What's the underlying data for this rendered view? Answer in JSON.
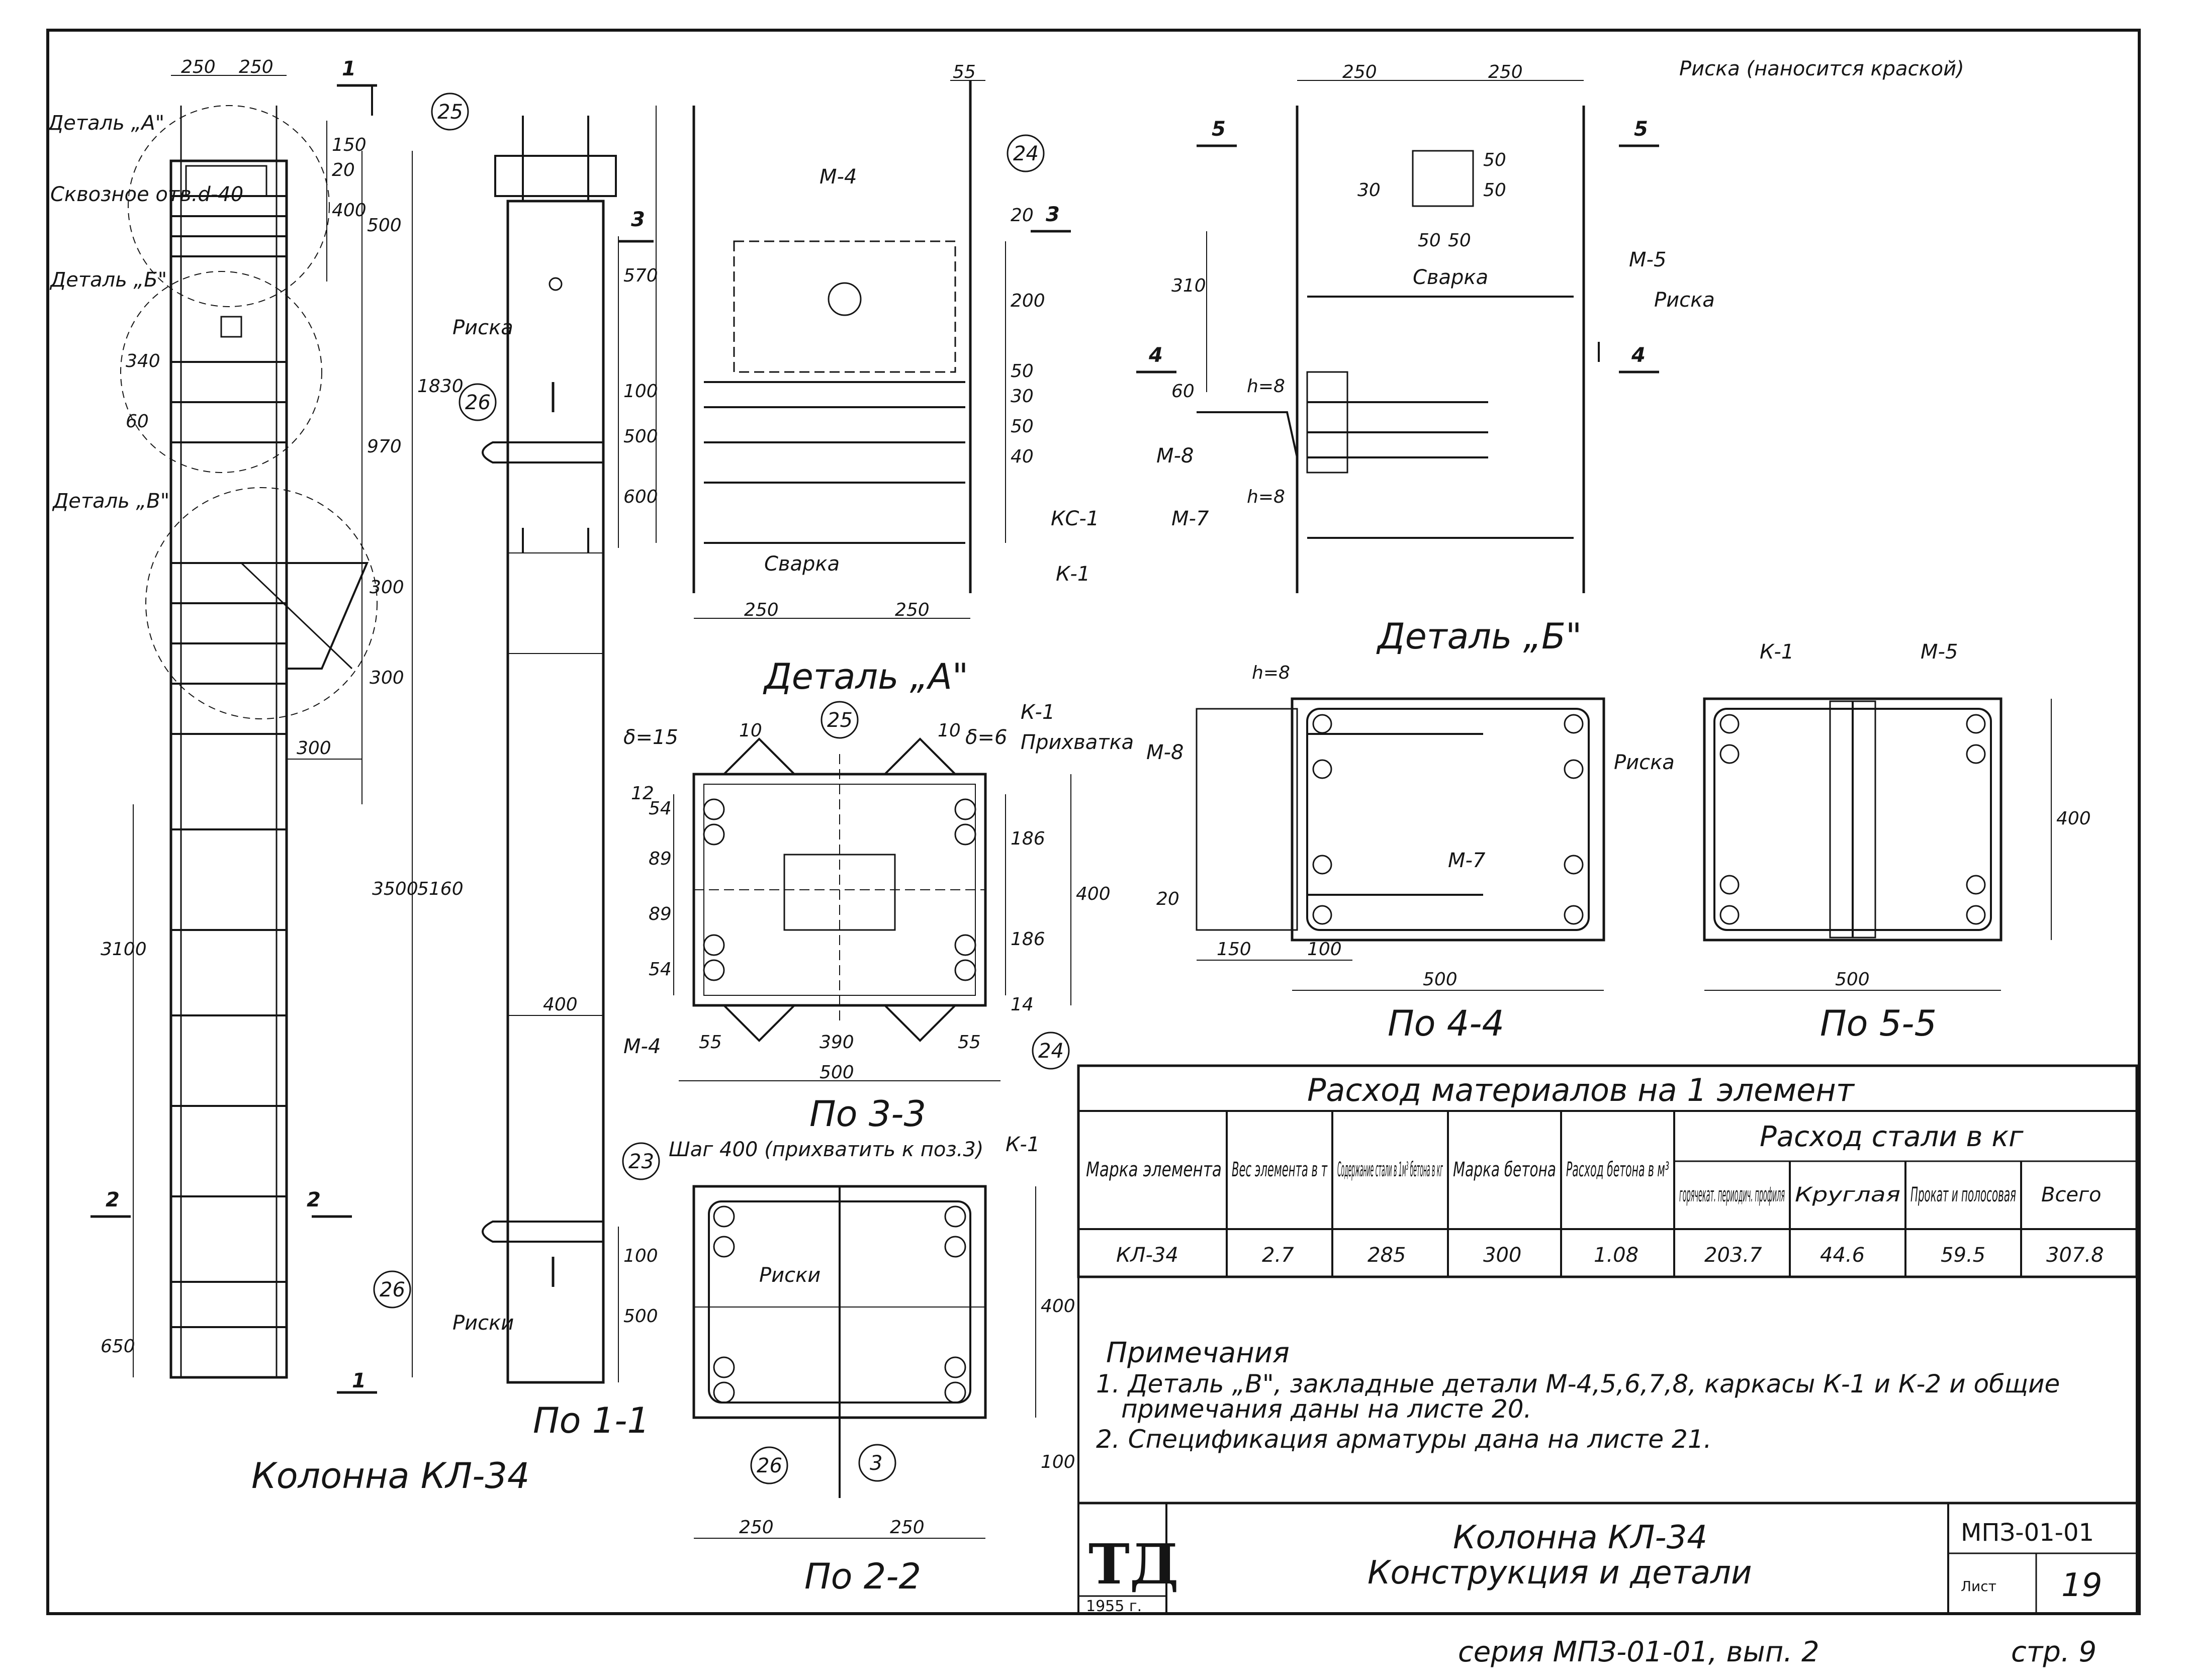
{
  "drawing": {
    "views": {
      "column": "Колонна КЛ-34",
      "section_1_1": "По 1-1",
      "detail_a": "Деталь „А\"",
      "detail_b": "Деталь „Б\"",
      "section_3_3": "По 3-3",
      "section_2_2": "По 2-2",
      "section_4_4": "По 4-4",
      "section_5_5": "По 5-5"
    },
    "callouts": {
      "detail_a": "Деталь „А\"",
      "detail_b": "Деталь „Б\"",
      "detail_v": "Деталь „В\"",
      "through_hole": "Сквозное отв.d-40",
      "riska": "Риска",
      "riski": "Риски",
      "riska_paint": "Риска (наносится краской)",
      "welding": "Сварка",
      "tack": "Прихватка",
      "step": "Шаг 400 (прихватить к поз.3)",
      "m4": "М-4",
      "m5": "М-5",
      "m7": "М-7",
      "m8": "М-8",
      "k1": "К-1",
      "ks1": "КС-1",
      "h8": "h=8",
      "d15": "δ=15",
      "d6": "δ=6"
    },
    "positions": [
      "25",
      "26",
      "24",
      "23",
      "3"
    ],
    "dims": {
      "col_widths": [
        "250",
        "250"
      ],
      "col_vertical": [
        "150",
        "20",
        "400",
        "500",
        "1830",
        "970",
        "340",
        "60",
        "300",
        "300",
        "3500",
        "5160",
        "3100",
        "650"
      ],
      "col_300": "300",
      "s11": [
        "570",
        "100",
        "500",
        "600",
        "400",
        "500",
        "100"
      ],
      "det_a": [
        "55",
        "20",
        "200",
        "50",
        "30",
        "50",
        "40",
        "250",
        "250"
      ],
      "det_b": [
        "250",
        "250",
        "30",
        "50",
        "50",
        "50",
        "50",
        "310",
        "60"
      ],
      "s33": [
        "10",
        "10",
        "12",
        "54",
        "89",
        "89",
        "54",
        "186",
        "186",
        "400",
        "14",
        "55",
        "390",
        "55",
        "500"
      ],
      "s44": [
        "150",
        "100",
        "20",
        "500"
      ],
      "s55": [
        "400",
        "500"
      ],
      "s22": [
        "400",
        "100",
        "250",
        "250"
      ],
      "cuts": [
        "1",
        "2",
        "3",
        "4",
        "5"
      ]
    }
  },
  "materials_table": {
    "title": "Расход материалов на 1 элемент",
    "steel_group": "Расход стали в кг",
    "headers": [
      "Марка элемента",
      "Вес элемента в т",
      "Содержание стали в 1м³ бетона в кг",
      "Марка бетона",
      "Расход бетона в м³",
      "горячекат. периодич. профиля",
      "Круглая",
      "Прокат и полосовая",
      "Всего"
    ],
    "row": [
      "КЛ-34",
      "2.7",
      "285",
      "300",
      "1.08",
      "203.7",
      "44.6",
      "59.5",
      "307.8"
    ]
  },
  "notes": {
    "heading": "Примечания",
    "lines": [
      "1. Деталь „В\", закладные детали М-4,5,6,7,8, каркасы К-1 и К-2 и общие",
      "примечания даны на листе 20.",
      "2. Спецификация арматуры дана на листе 21."
    ]
  },
  "title_block": {
    "logo": "ТД",
    "year": "1955 г.",
    "title_line1": "Колонна КЛ-34",
    "title_line2": "Конструкция и детали",
    "series_code": "МПЗ-01-01",
    "sheet_label": "Лист",
    "sheet_number": "19"
  },
  "footer": {
    "series": "серия МПЗ-01-01, вып. 2",
    "page": "стр. 9"
  }
}
